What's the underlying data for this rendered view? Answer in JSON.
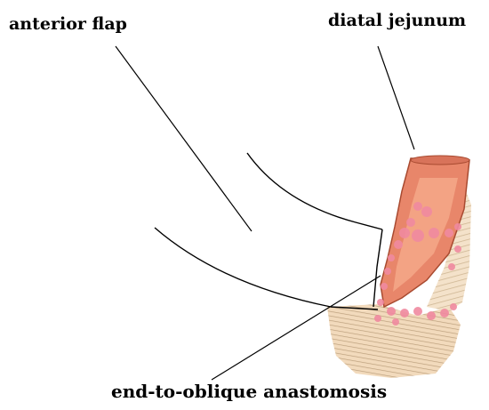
{
  "labels": {
    "anterior_flap": "anterior flap",
    "distal_jejunum": "diatal jejunum",
    "anastomosis": "end-to-oblique anastomosis"
  },
  "colors": {
    "background": "#ffffff",
    "jejunum_wall": "#e8866a",
    "jejunum_lumen": "#f6b69a",
    "mesentery": "#f2dcc0",
    "suture_pink": "#f08aa0",
    "leader_line": "#000000"
  }
}
